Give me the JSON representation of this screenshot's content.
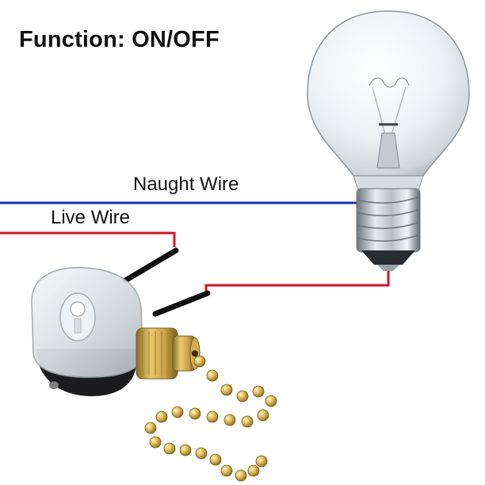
{
  "title": "Function: ON/OFF",
  "wires": {
    "naught": {
      "label": "Naught Wire",
      "color": "#1a2fa8"
    },
    "live": {
      "label": "Live Wire",
      "color": "#d0162a"
    }
  },
  "components": {
    "bulb": "light-bulb",
    "switch": "pull-chain-switch",
    "chain": "ball-chain"
  },
  "colors": {
    "brass": "#c9a24a",
    "insulation": "#111111",
    "housing": "#e8ecee"
  }
}
